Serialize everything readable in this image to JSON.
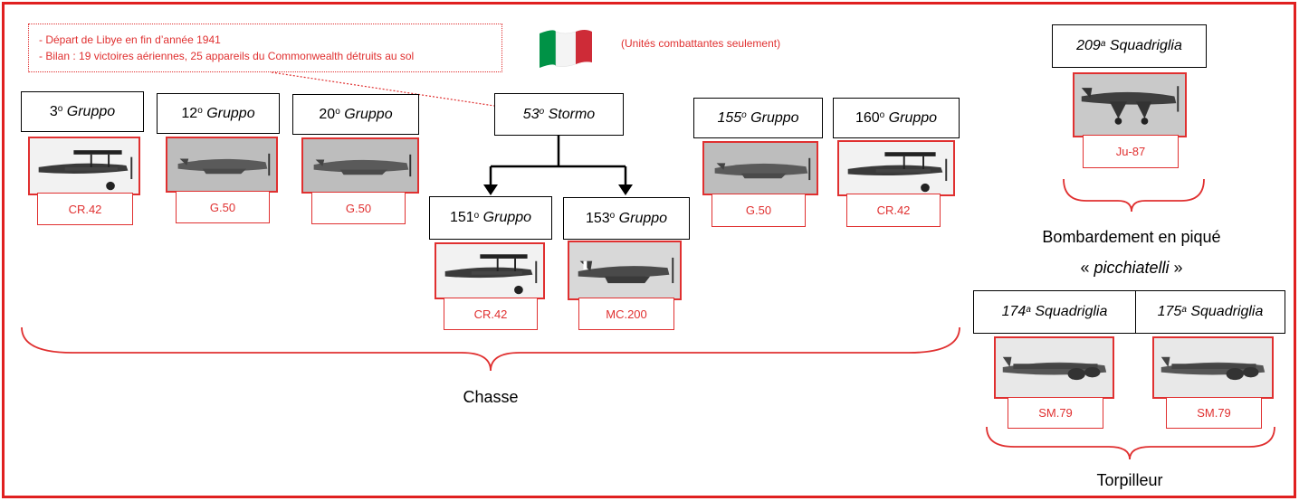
{
  "note": {
    "line1": "- Départ de Libye en fin d’année 1941",
    "line2": "- Bilan : 19 victoires aériennes, 25 appareils du Commonwealth détruits au sol"
  },
  "flag_caption": "(Unités combattantes seulement)",
  "units": {
    "g3": {
      "num": "3",
      "sup": "o",
      "name": "Gruppo",
      "plane": "CR.42"
    },
    "g12": {
      "num": "12",
      "sup": "o",
      "name": "Gruppo",
      "plane": "G.50"
    },
    "g20": {
      "num": "20",
      "sup": "o",
      "name": "Gruppo",
      "plane": "G.50"
    },
    "s53": {
      "num": "53",
      "sup": "o",
      "name": "Stormo"
    },
    "g151": {
      "num": "151",
      "sup": "o",
      "name": "Gruppo",
      "plane": "CR.42"
    },
    "g153": {
      "num": "153",
      "sup": "o",
      "name": "Gruppo",
      "plane": "MC.200"
    },
    "g155": {
      "num": "155",
      "sup": "o",
      "name": "Gruppo",
      "plane": "G.50"
    },
    "g160": {
      "num": "160",
      "sup": "o",
      "name": "Gruppo",
      "plane": "CR.42"
    },
    "sq209": {
      "num": "209",
      "sup": "a",
      "name": "Squadriglia",
      "plane": "Ju-87"
    },
    "sq174": {
      "num": "174",
      "sup": "a",
      "name": "Squadriglia",
      "plane": "SM.79"
    },
    "sq175": {
      "num": "175",
      "sup": "a",
      "name": "Squadriglia",
      "plane": "SM.79"
    }
  },
  "groups": {
    "chasse": "Chasse",
    "bombardement_line1": "Bombardement en piqué",
    "bombardement_open": "« ",
    "bombardement_word": "picchiatelli",
    "bombardement_close": " »",
    "torpilleur": "Torpilleur"
  },
  "colors": {
    "accent": "#e03030",
    "flag_green": "#009246",
    "flag_red": "#ce2b37"
  }
}
